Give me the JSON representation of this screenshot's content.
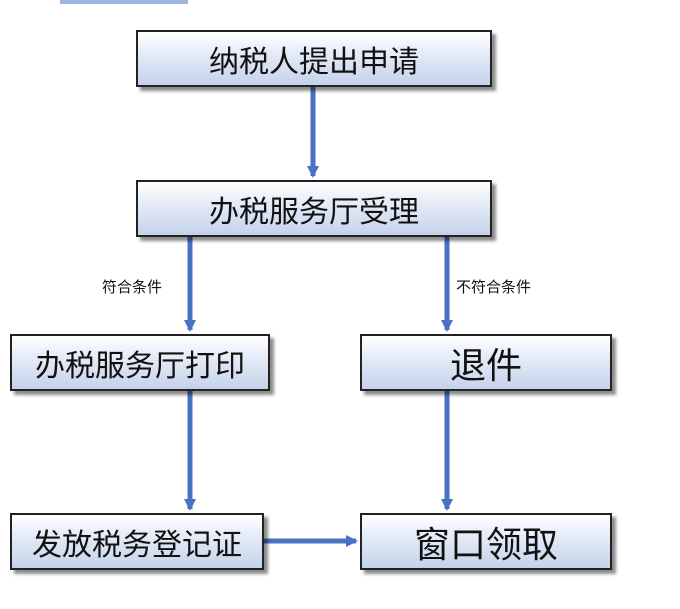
{
  "nodes": {
    "apply": "纳税人提出申请",
    "accept": "办税服务厅受理",
    "print": "办税服务厅打印",
    "return": "退件",
    "issue": "发放税务登记证",
    "pickup": "窗口领取"
  },
  "edges": {
    "qualified": "符合条件",
    "not_qualified": "不符合条件"
  },
  "colors": {
    "arrow": "#4a72c4",
    "node_border": "#222222",
    "node_fill_top": "#ffffff",
    "node_fill_bottom": "#c4d2ea"
  }
}
